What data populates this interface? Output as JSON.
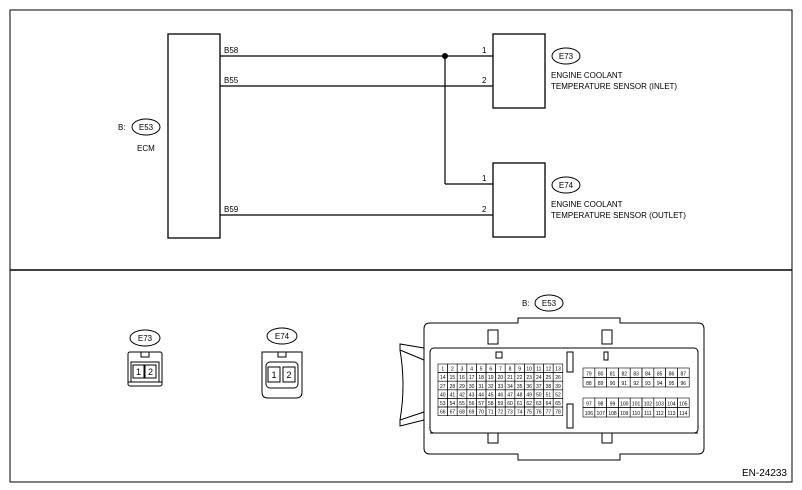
{
  "diagram_id": "EN-24233",
  "ecm": {
    "connector_prefix": "B:",
    "connector": "E53",
    "label": "ECM"
  },
  "wires": [
    {
      "ecm_pin": "B58",
      "sensor_pin": "1"
    },
    {
      "ecm_pin": "B55",
      "sensor_pin": "2"
    },
    {
      "ecm_pin": "B59",
      "sensor_pin": "2"
    }
  ],
  "tap_pin": "1",
  "sensor_inlet": {
    "connector": "E73",
    "line1": "ENGINE COOLANT",
    "line2": "TEMPERATURE SENSOR (INLET)"
  },
  "sensor_outlet": {
    "connector": "E74",
    "line1": "ENGINE COOLANT",
    "line2": "TEMPERATURE SENSOR (OUTLET)"
  },
  "connectors": {
    "e73": {
      "label": "E73",
      "pins": [
        "1",
        "2"
      ]
    },
    "e74": {
      "label": "E74",
      "pins": [
        "1",
        "2"
      ]
    },
    "e53": {
      "prefix": "B:",
      "label": "E53",
      "left_rows": [
        [
          "1",
          "2",
          "3",
          "4",
          "5",
          "6",
          "7",
          "8",
          "9",
          "10",
          "11",
          "12",
          "13"
        ],
        [
          "14",
          "15",
          "16",
          "17",
          "18",
          "19",
          "20",
          "21",
          "22",
          "23",
          "24",
          "25",
          "26"
        ],
        [
          "27",
          "28",
          "29",
          "30",
          "31",
          "32",
          "33",
          "34",
          "35",
          "36",
          "37",
          "38",
          "39"
        ],
        [
          "40",
          "41",
          "42",
          "43",
          "44",
          "45",
          "46",
          "47",
          "48",
          "49",
          "50",
          "51",
          "52"
        ],
        [
          "53",
          "54",
          "55",
          "56",
          "57",
          "58",
          "59",
          "60",
          "61",
          "62",
          "63",
          "64",
          "65"
        ],
        [
          "66",
          "67",
          "68",
          "69",
          "70",
          "71",
          "72",
          "73",
          "74",
          "75",
          "76",
          "77",
          "78"
        ]
      ],
      "right_top_rows": [
        [
          "79",
          "80",
          "81",
          "82",
          "83",
          "84",
          "85",
          "86",
          "87"
        ],
        [
          "88",
          "89",
          "90",
          "91",
          "92",
          "93",
          "94",
          "95",
          "96"
        ]
      ],
      "right_bottom_rows": [
        [
          "97",
          "98",
          "99",
          "100",
          "101",
          "102",
          "103",
          "104",
          "105"
        ],
        [
          "106",
          "107",
          "108",
          "109",
          "110",
          "111",
          "112",
          "113",
          "114"
        ]
      ]
    }
  }
}
